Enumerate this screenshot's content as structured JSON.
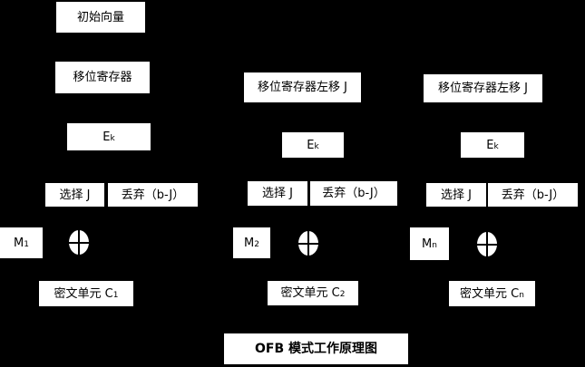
{
  "title": "OFB 模式工作原理图",
  "colors": {
    "background": "#000000",
    "box_bg": "#ffffff",
    "box_text": "#000000"
  },
  "icons": {
    "xor": "xor-circle-plus"
  },
  "col1": {
    "iv": "初始向量",
    "shift": "移位寄存器",
    "e_main": "E",
    "e_sub": "k",
    "select": "选择 J",
    "discard": "丢弃（b-J）",
    "m_main": "M",
    "m_sub": "1",
    "cipher_main": "密文单元 C",
    "cipher_sub": "1"
  },
  "col2": {
    "shift": "移位寄存器左移 J",
    "e_main": "E",
    "e_sub": "k",
    "select": "选择 J",
    "discard": "丢弃（b-J）",
    "m_main": "M",
    "m_sub": "2",
    "cipher_main": "密文单元 C",
    "cipher_sub": "2"
  },
  "col3": {
    "shift": "移位寄存器左移 J",
    "e_main": "E",
    "e_sub": "k",
    "select": "选择 J",
    "discard": "丢弃（b-J）",
    "m_main": "M",
    "m_sub": "n",
    "cipher_main": "密文单元 C",
    "cipher_sub": "n"
  }
}
